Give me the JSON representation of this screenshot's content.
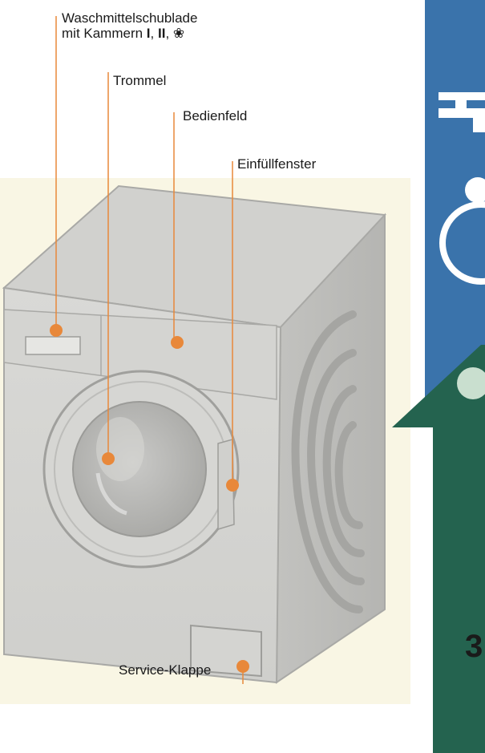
{
  "labels": {
    "drawer_line1": "Waschmittelschublade",
    "drawer_line2_prefix": "mit Kammern ",
    "drawer_chamber1": "I",
    "drawer_sep1": ", ",
    "drawer_chamber2": "II",
    "drawer_sep2": ", ",
    "drawer_symbol": "❀",
    "drum": "Trommel",
    "control_panel": "Bedienfeld",
    "door": "Einfüllfenster",
    "service_flap": "Service-Klappe"
  },
  "sidebar": {
    "page_number": "3",
    "icons": [
      "water-tap-icon",
      "info-icon",
      "arrow-up-icon"
    ],
    "colors": {
      "blue": "#3a73ab",
      "green": "#24634f",
      "accent": "#e8883a"
    }
  }
}
